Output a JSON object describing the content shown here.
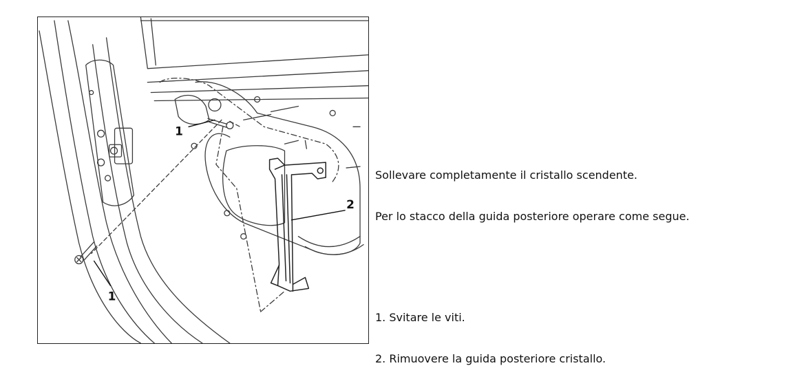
{
  "figure": {
    "callouts": [
      "1",
      "2",
      "1"
    ]
  },
  "instructions": [
    "Sollevare completamente il cristallo scendente.",
    "Per lo stacco della guida posteriore operare come segue.",
    "1. Svitare le viti.",
    "2. Rimuovere la guida posteriore cristallo."
  ]
}
